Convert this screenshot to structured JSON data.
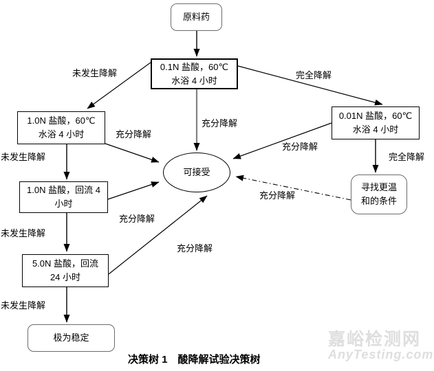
{
  "diagram": {
    "caption": "决策树 1　酸降解试验决策树",
    "nodes": {
      "api": "原料药",
      "hcl01": "0.1N 盐酸，60℃\n水浴 4 小时",
      "hcl10_bath": "1.0N 盐酸，60℃\n水浴 4 小时",
      "hcl10_reflux": "1.0N 盐酸，回流 4\n小时",
      "hcl50_reflux": "5.0N 盐酸，回流\n24 小时",
      "very_stable": "极为稳定",
      "hcl001": "0.01N 盐酸，60℃\n水浴 4 小时",
      "milder_conditions": "寻找更温\n和的条件",
      "acceptable": "可接受"
    },
    "edge_labels": {
      "no_degradation_1": "未发生降解",
      "complete_degradation_1": "完全降解",
      "sufficient_degradation_center": "充分降解",
      "sufficient_degradation_left1": "充分降解",
      "no_degradation_2": "未发生降解",
      "sufficient_degradation_right1": "充分降解",
      "complete_degradation_2": "完全降解",
      "sufficient_degradation_left2": "充分降解",
      "no_degradation_3": "未发生降解",
      "sufficient_degradation_left3": "充分降解",
      "sufficient_degradation_right2": "充分降解",
      "no_degradation_4": "未发生降解"
    },
    "watermark": {
      "line1": "嘉峪检测网",
      "line2": "AnyTesting.com"
    },
    "colors": {
      "line": "#000000",
      "gray_arrow": "#828282",
      "watermark": "#dedede"
    }
  }
}
